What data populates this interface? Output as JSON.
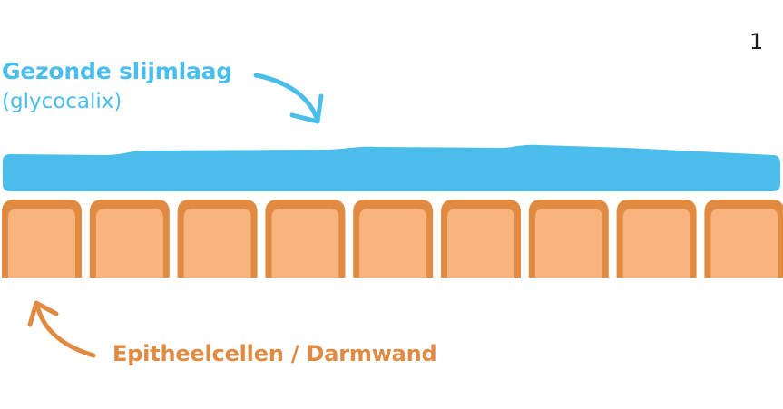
{
  "page_number": "1",
  "mucus_layer": {
    "title": "Gezonde slijmlaag",
    "subtitle": "(glycocalix)",
    "color": "#4bbdea"
  },
  "epithelium": {
    "label": "Epitheelcellen / Darmwand",
    "cell_count": 9,
    "cell_fill": "#f8b47c",
    "cell_border": "#e08a42"
  },
  "icons": [
    "arrow-to-mucus-icon",
    "arrow-to-cells-icon"
  ]
}
